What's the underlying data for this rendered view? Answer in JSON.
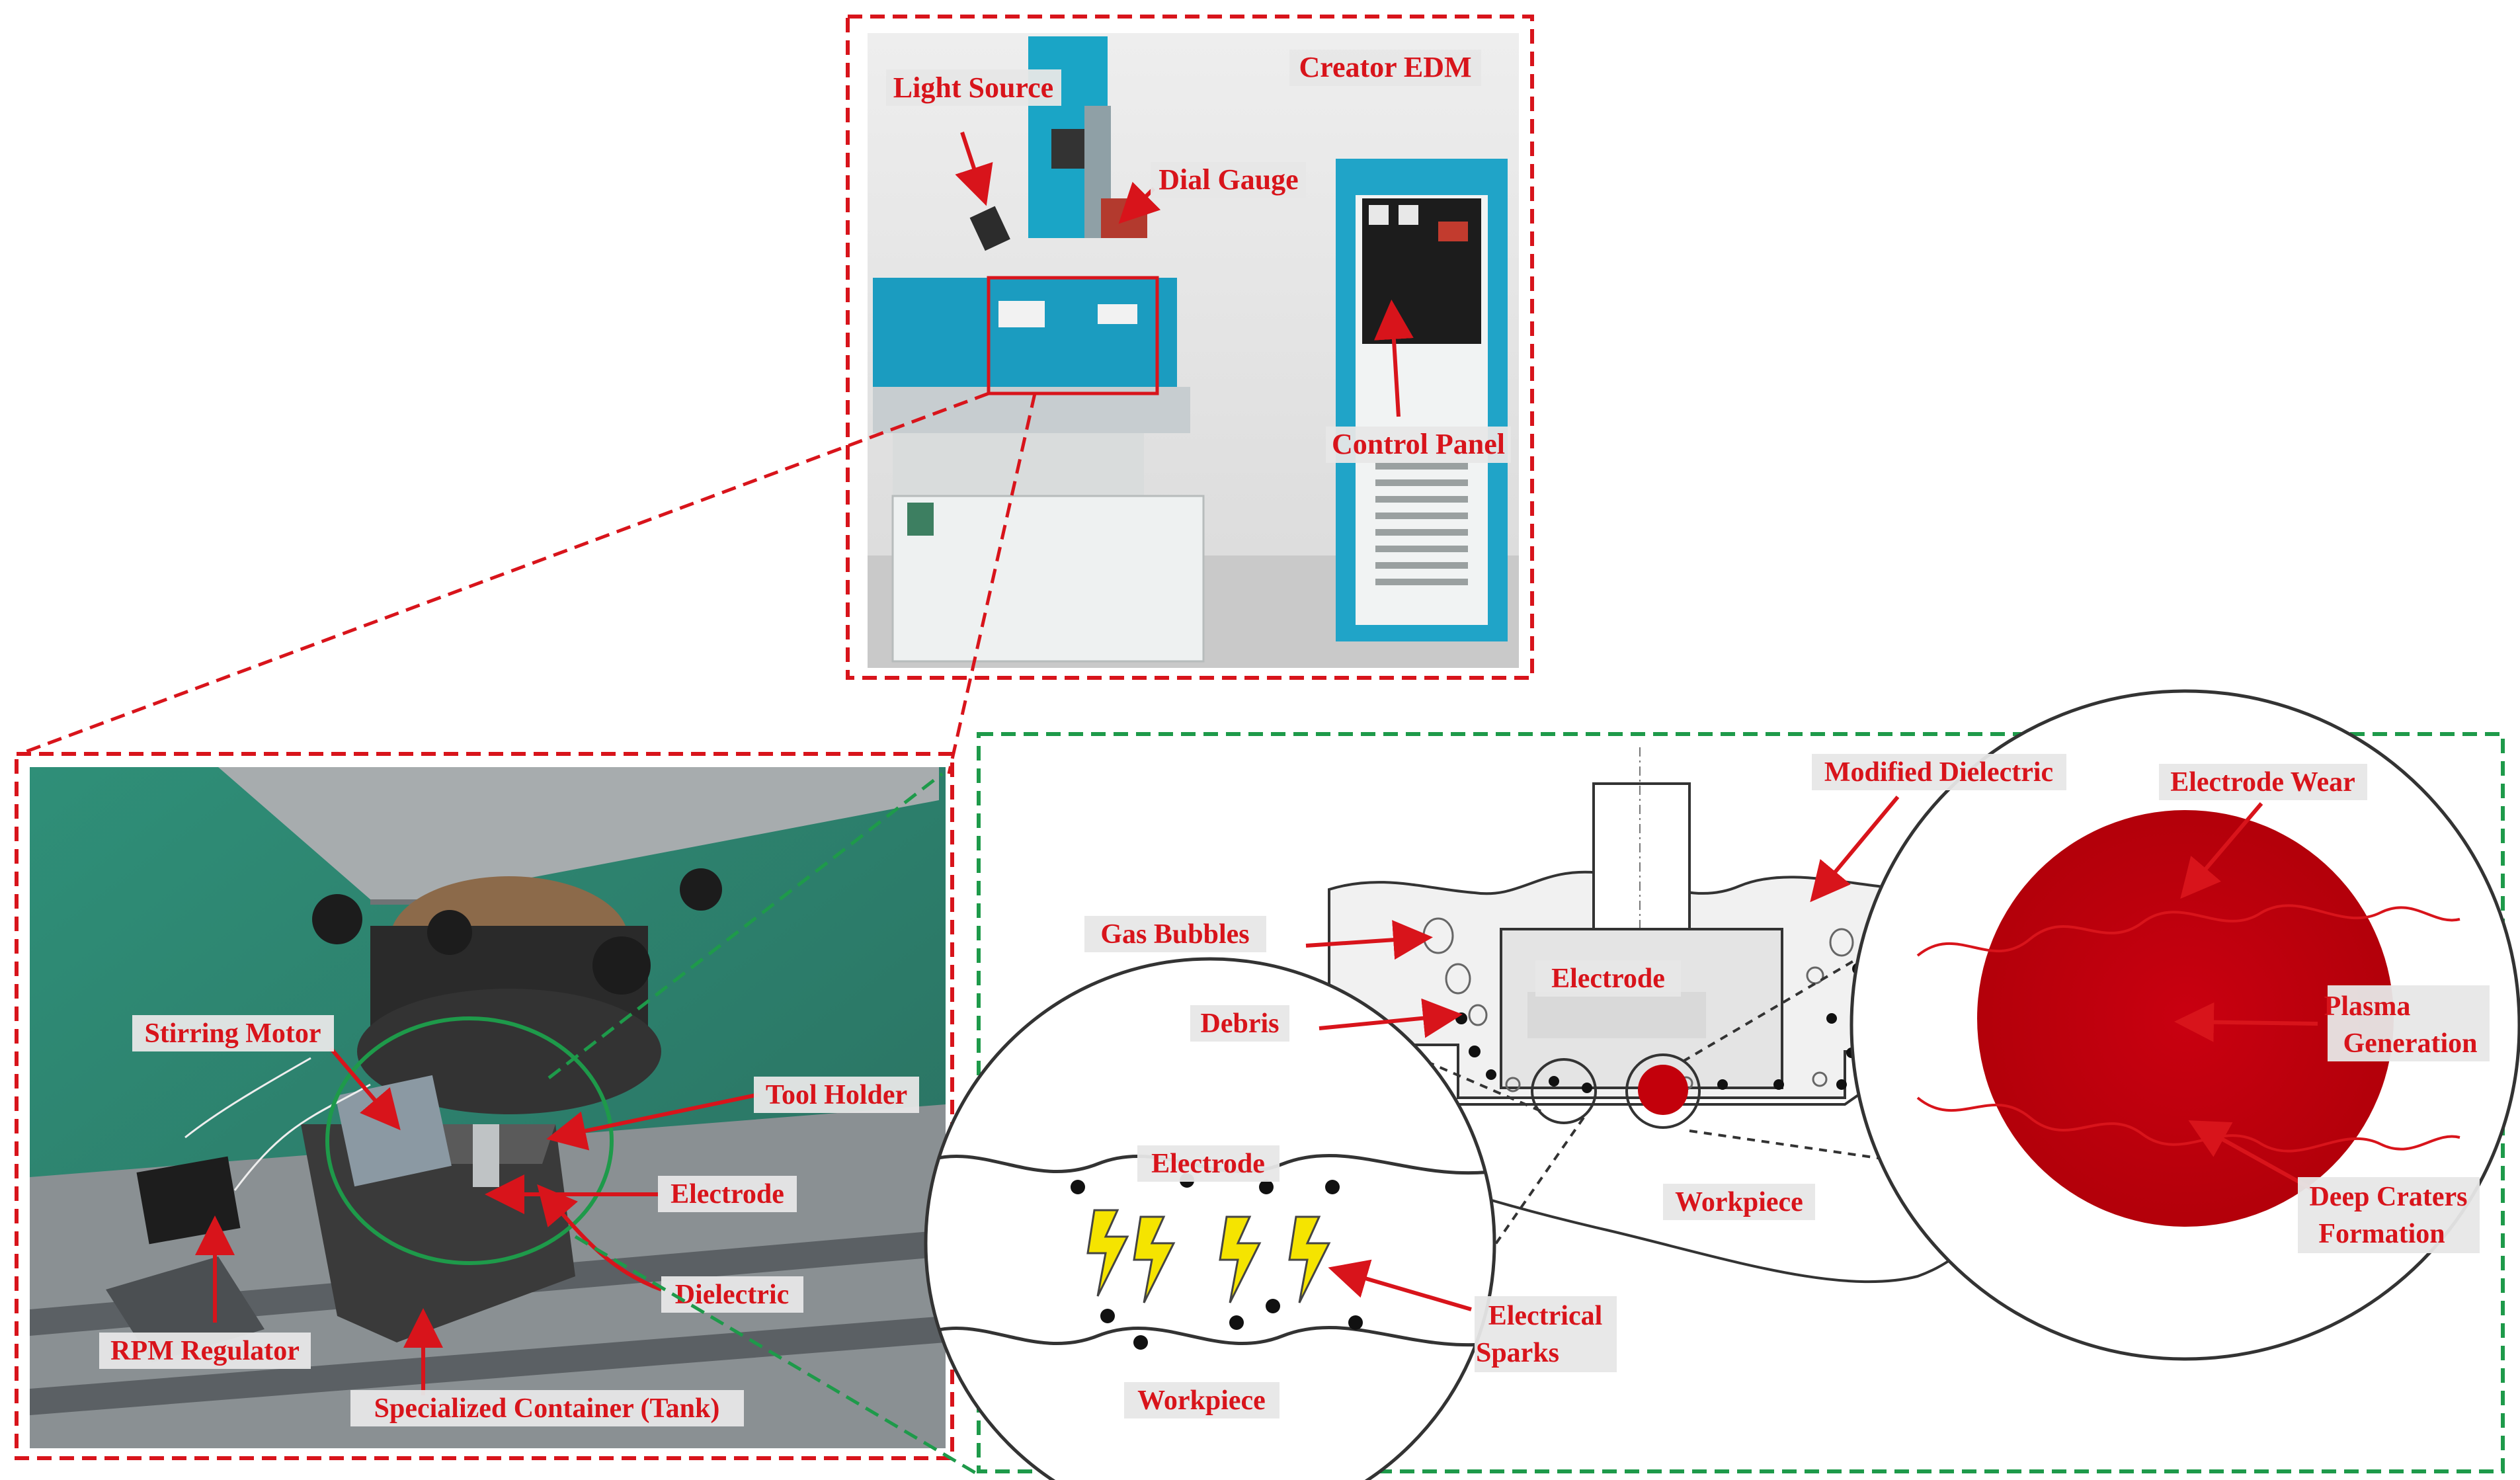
{
  "colors": {
    "label_red": "#d8141b",
    "frame_red": "#d8141b",
    "frame_green": "#1e9a4a",
    "machine_cyan": "#1a9fc2",
    "plasma_red": "#c3000b",
    "spark_yellow": "#f5e400"
  },
  "machine_photo": {
    "labels": {
      "light_source": "Light Source",
      "creator_edm": "Creator EDM",
      "dial_gauge": "Dial Gauge",
      "control_panel": "Control Panel"
    }
  },
  "setup_photo": {
    "labels": {
      "stirring_motor": "Stirring Motor",
      "tool_holder": "Tool Holder",
      "electrode": "Electrode",
      "dielectric": "Dielectric",
      "rpm_regulator": "RPM Regulator",
      "container": "Specialized Container (Tank)"
    }
  },
  "schematic": {
    "labels": {
      "modified_dielectric": "Modified Dielectric",
      "electrode_wear": "Electrode Wear",
      "gas_bubbles": "Gas Bubbles",
      "electrode": "Electrode",
      "debris": "Debris",
      "plasma_line1": "Plasma",
      "plasma_line2": "Generation",
      "workpiece": "Workpiece",
      "deep_craters_line1": "Deep Craters",
      "deep_craters_line2": "Formation",
      "zoom_electrode": "Electrode",
      "zoom_workpiece": "Workpiece",
      "sparks_line1": "Electrical",
      "sparks_line2": "Sparks"
    }
  }
}
